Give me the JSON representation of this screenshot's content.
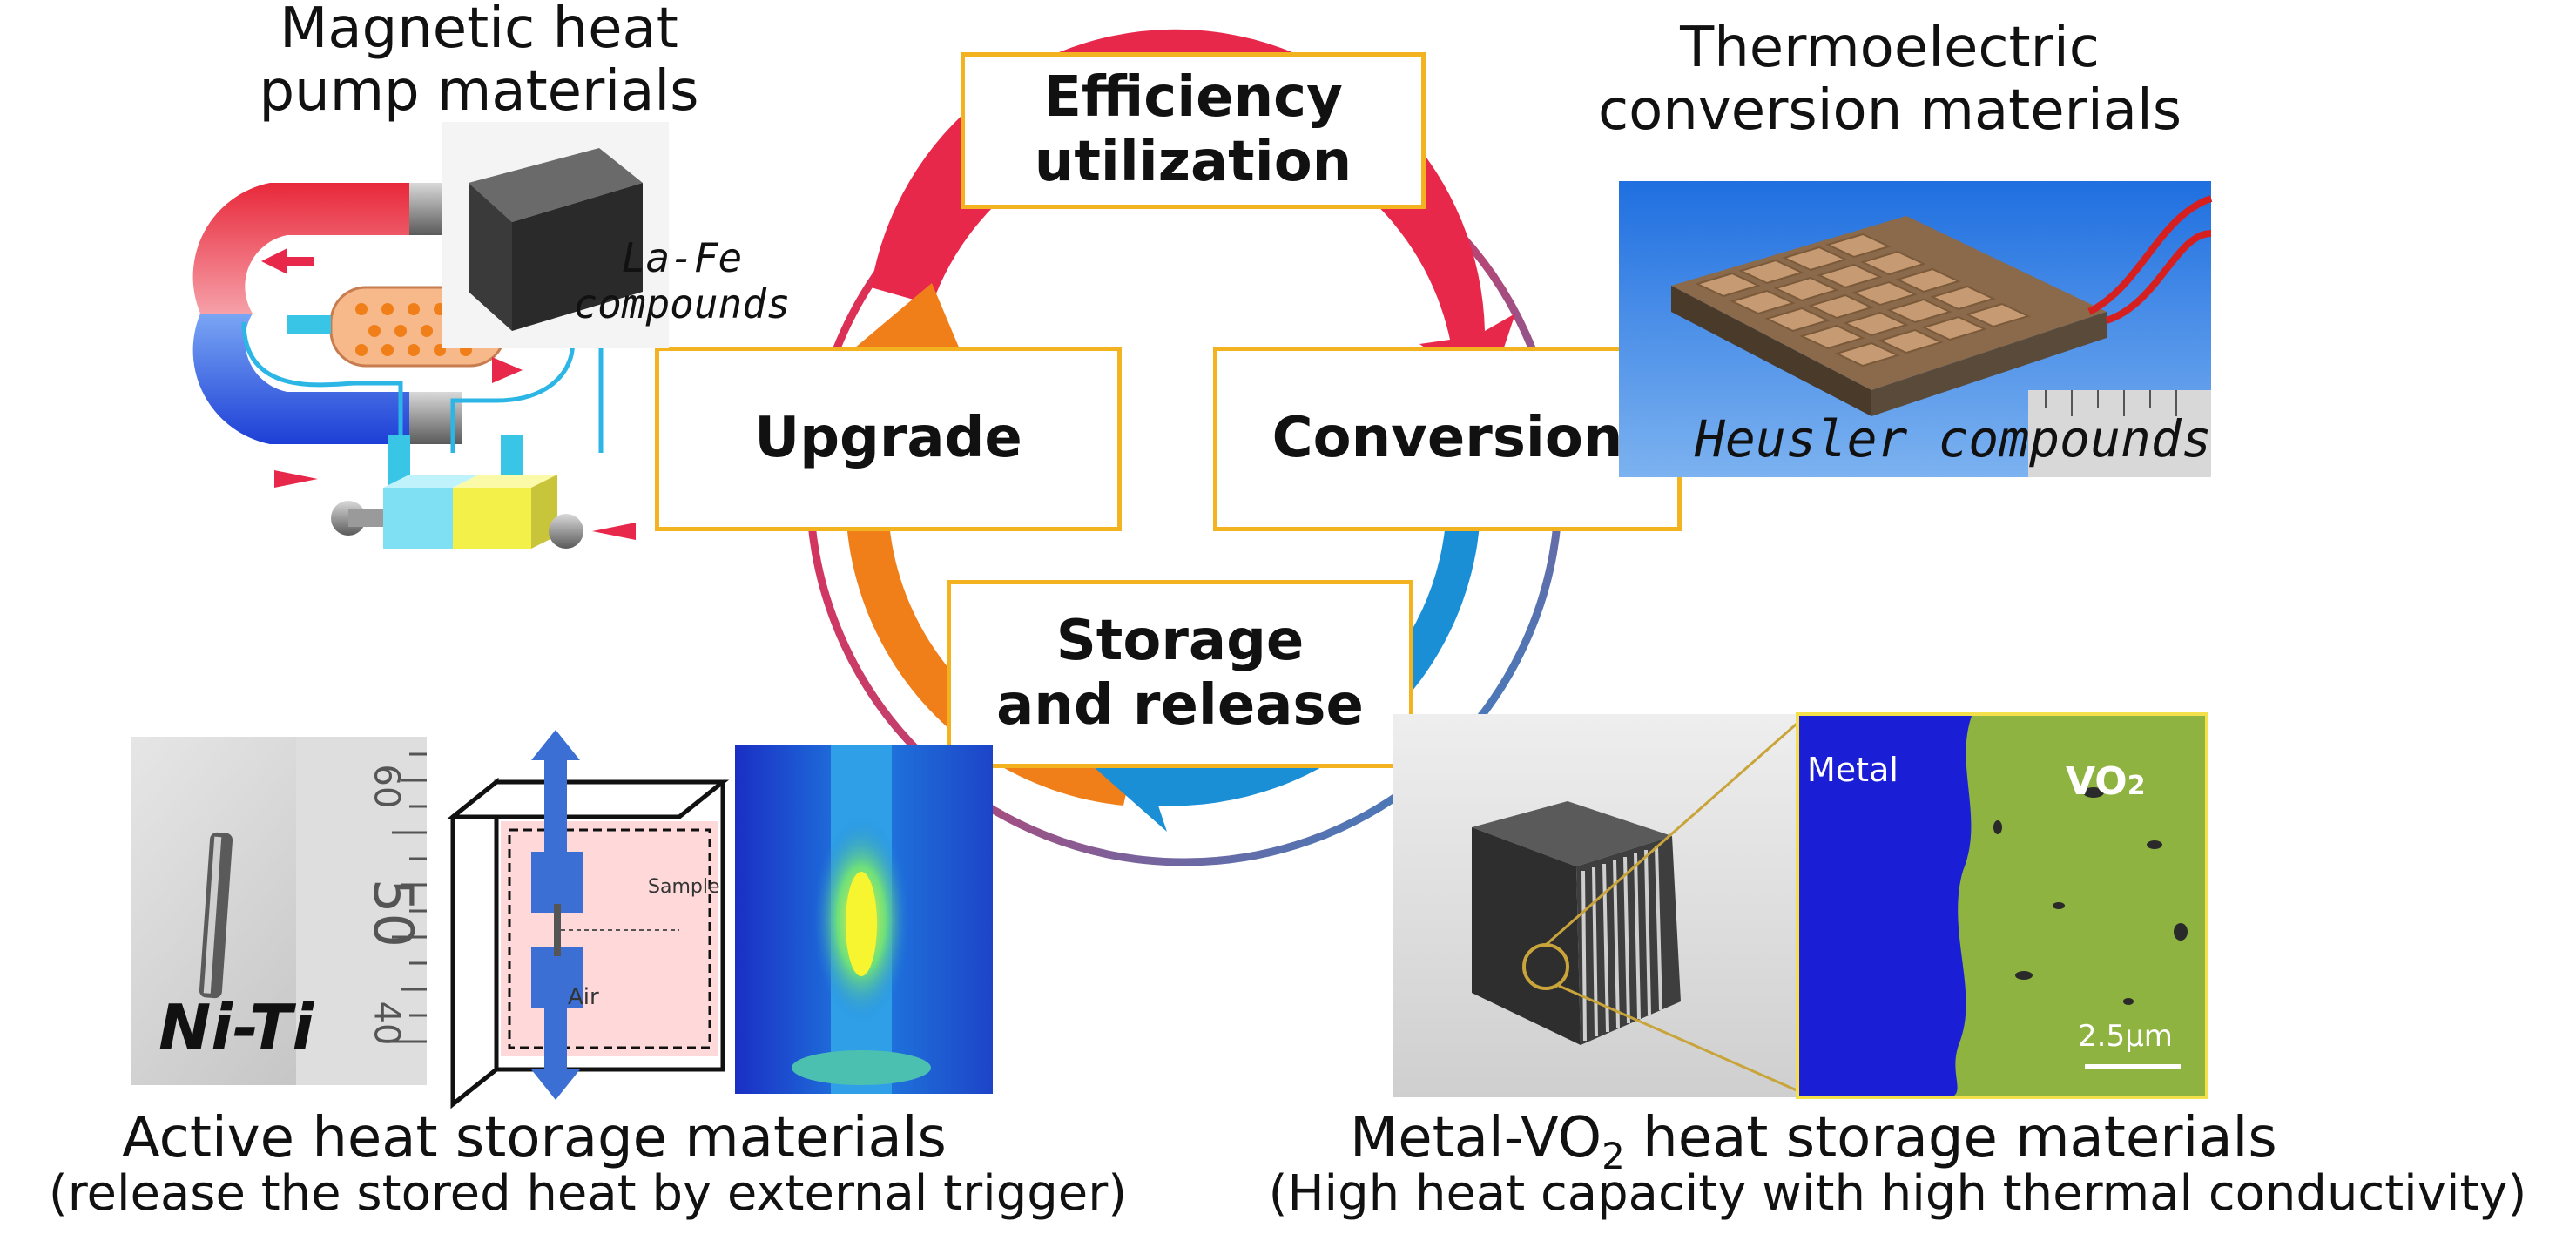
{
  "cycle": {
    "top_box": [
      "Efficiency",
      "utilization"
    ],
    "left_box": "Upgrade",
    "right_box": "Conversion",
    "bottom_box": [
      "Storage",
      "and release"
    ]
  },
  "magnetic": {
    "title_line1": "Magnetic heat",
    "title_line2": "pump materials",
    "sample_label_line1": "La-Fe",
    "sample_label_line2": "compounds"
  },
  "thermoelectric": {
    "title_line1": "Thermoelectric",
    "title_line2": "conversion materials",
    "sample_label": "Heusler compounds"
  },
  "active": {
    "title": "Active heat storage materials",
    "subtitle": "(release the stored heat by external trigger)",
    "sample_label": "Ni-Ti",
    "ruler_ticks": [
      "60",
      "50",
      "40"
    ],
    "diagram_sample_label": "Sample",
    "diagram_air_label": "Air"
  },
  "metal_vo2": {
    "title_prefix": "Metal-VO",
    "title_sub": "2",
    "title_suffix": " heat storage materials",
    "subtitle": "(High heat capacity with high thermal conductivity)",
    "micro_metal_label": "Metal",
    "micro_vo2_label": "VO",
    "micro_vo2_sub": "2",
    "scale_bar": "2.5μm"
  },
  "colors": {
    "box_border": "#f3b321",
    "arrow_red": "#e8284a",
    "arrow_orange": "#f07f19",
    "arrow_blue": "#1a8fd6"
  }
}
